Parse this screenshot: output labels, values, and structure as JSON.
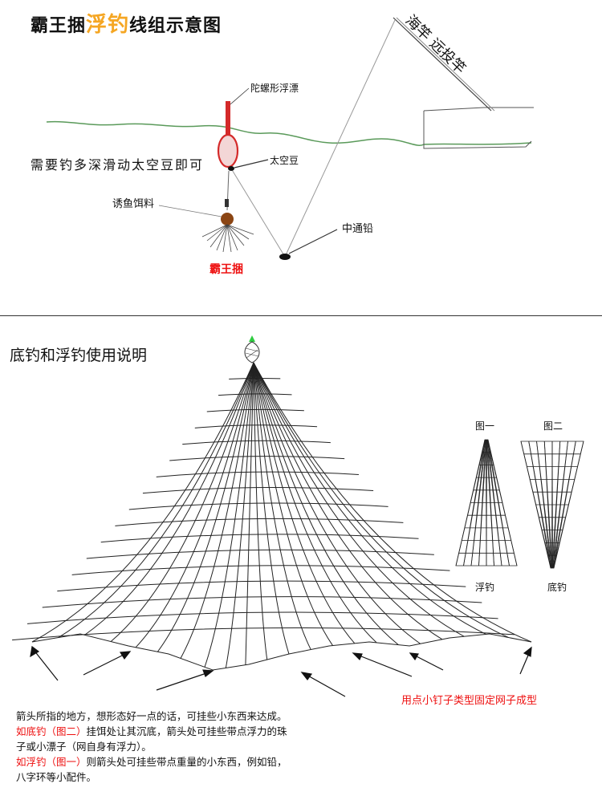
{
  "top": {
    "title_part1": "霸王捆",
    "title_part2": "浮钓",
    "title_part3": "线组示意图",
    "rod_label": "海竿 远投竿",
    "float_label": "陀螺形浮漂",
    "depth_note": "需要钓多深滑动太空豆即可",
    "bean_label": "太空豆",
    "bait_label": "诱鱼饵料",
    "sinker_label": "中通铅",
    "rig_label": "霸王捆"
  },
  "bottom": {
    "section_title": "底钓和浮钓使用说明",
    "fig1_label": "图一",
    "fig2_label": "图二",
    "fig1_caption": "浮钓",
    "fig2_caption": "底钓",
    "nail_note": "用点小钉子类型固定网子成型",
    "notes": {
      "line1": "箭头所指的地方，想形态好一点的话，可挂些小东西来达成。",
      "line2_red": "如底钓（图二）",
      "line2_rest": "挂饵处让其沉底，箭头处可挂些带点浮力的珠",
      "line3": "子或小漂子（网自身有浮力）。",
      "line4_red": "如浮钓（图一）",
      "line4_rest": "则箭头处可挂些带点重量的小东西，例如铅，",
      "line5": "八字环等小配件。"
    }
  },
  "colors": {
    "float": "#d42a2a",
    "water": "#5a9a5a",
    "bait": "#8b4513",
    "accent_red": "#e11111",
    "title_orange": "#f5a623",
    "apex_green": "#2ecc40"
  }
}
